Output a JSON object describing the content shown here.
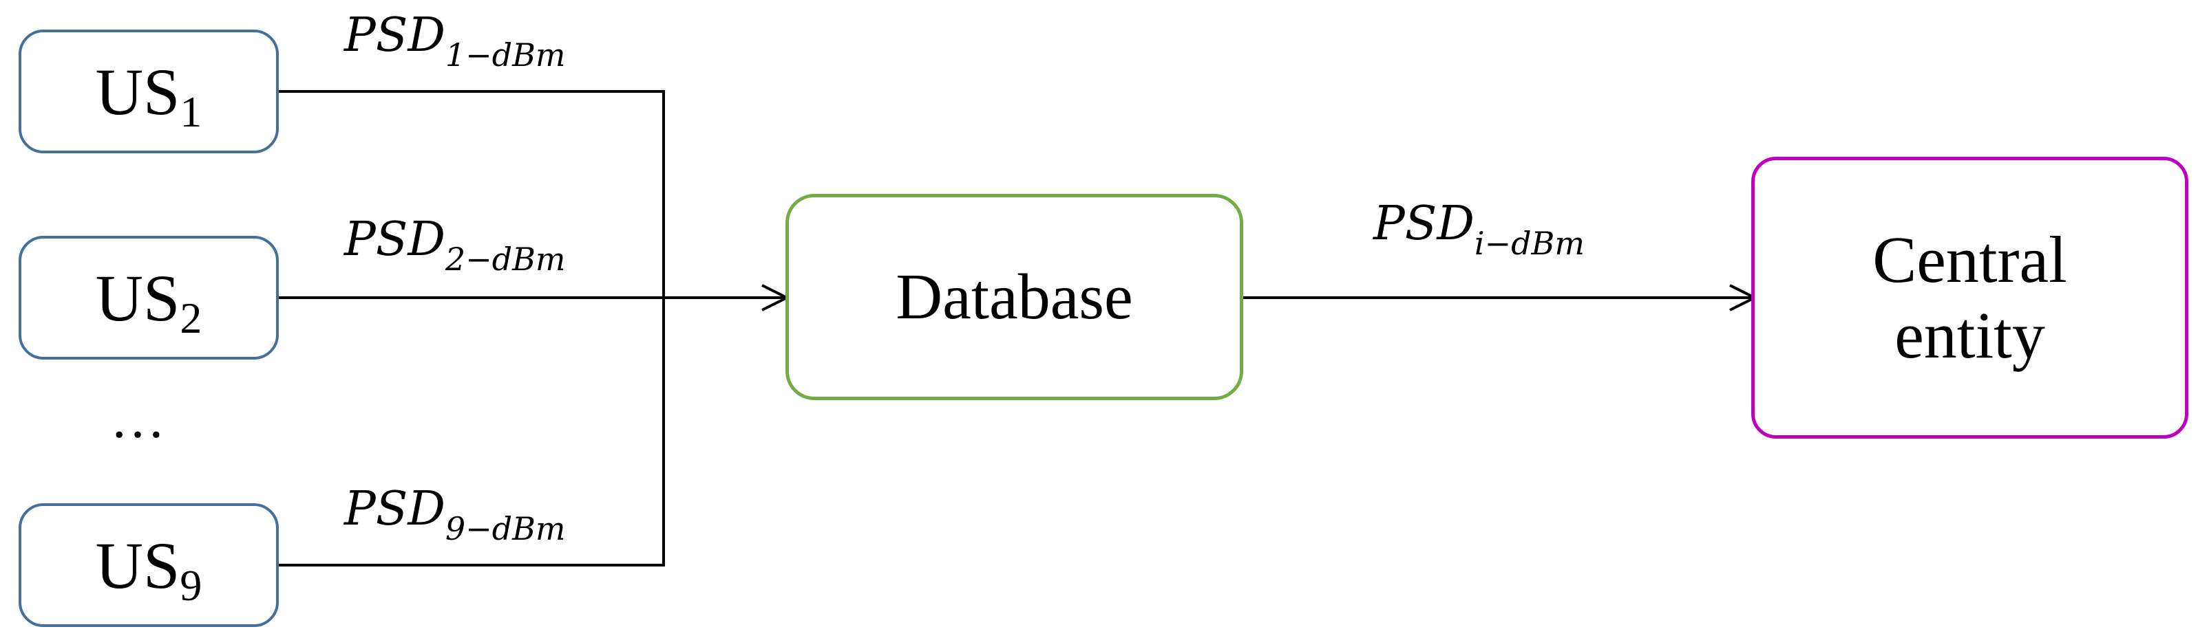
{
  "nodes": {
    "us1": {
      "main": "US",
      "sub": "1"
    },
    "us2": {
      "main": "US",
      "sub": "2"
    },
    "ellipsis": "…",
    "us9": {
      "main": "US",
      "sub": "9"
    },
    "database": "Database",
    "central_entity": {
      "line1": "Central",
      "line2": "entity"
    }
  },
  "edges": {
    "psd1": {
      "main": "PSD",
      "sub": "1−dBm"
    },
    "psd2": {
      "main": "PSD",
      "sub": "2−dBm"
    },
    "psd9": {
      "main": "PSD",
      "sub": "9−dBm"
    },
    "psdi": {
      "main": "PSD",
      "sub": "i−dBm"
    }
  },
  "colors": {
    "user_station_border": "#41719c",
    "database_border": "#70ad47",
    "central_entity_border": "#c000c0",
    "connector": "#000000"
  }
}
